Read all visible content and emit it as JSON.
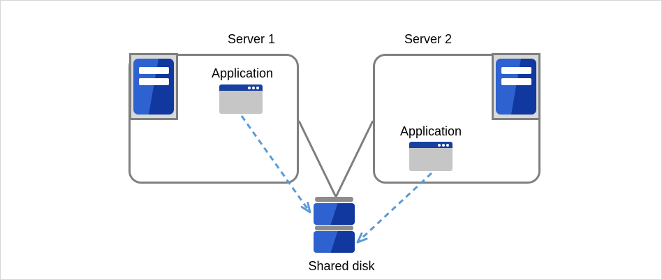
{
  "diagram": {
    "servers": [
      {
        "label": "Server 1",
        "app_label": "Application"
      },
      {
        "label": "Server 2",
        "app_label": "Application"
      }
    ],
    "shared_disk_label": "Shared disk",
    "colors": {
      "box_border_gray": "#7f7f7f",
      "icon_frame_gray": "#d9d9d9",
      "icon_blue_light": "#2e62d0",
      "icon_blue_dark": "#10389e",
      "window_title_blue": "#17409f",
      "window_body_gray": "#c6c6c6",
      "disk_bar_gray": "#8c8c8c",
      "arrow_blue": "#5b9bd5"
    }
  }
}
